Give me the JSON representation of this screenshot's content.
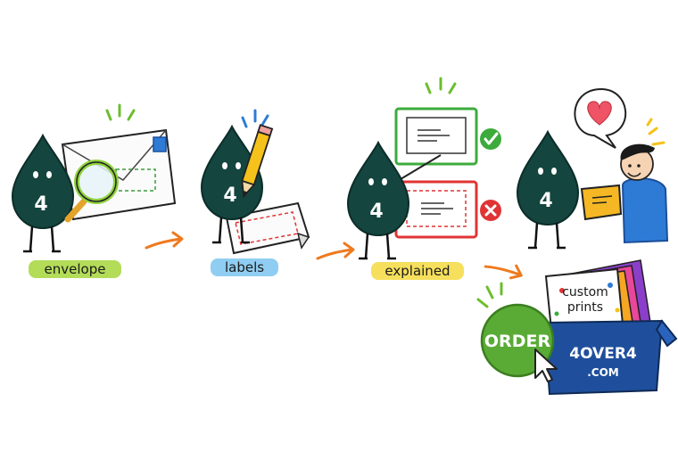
{
  "mascot": {
    "number": "4"
  },
  "steps": [
    {
      "label": "envelope",
      "highlight": "#a6d63c"
    },
    {
      "label": "labels",
      "highlight": "#7cc4f0"
    },
    {
      "label": "explained",
      "highlight": "#f5dc4a"
    }
  ],
  "order_badge": {
    "text": "ORDER",
    "color": "#5aab36"
  },
  "box": {
    "brand_line1": "4OVER4",
    "brand_line2": ".COM",
    "card_line1": "custom",
    "card_line2": "prints",
    "color": "#1f4f9c"
  },
  "colors": {
    "mascot": "#14453f",
    "arrow": "#ef7a1e",
    "ok": "#3cab3c",
    "bad": "#e03434",
    "heart": "#ef5466",
    "magnifier": "#8fd13e",
    "pencil": "#f5c21c",
    "parcel": "#f5b824",
    "shirt": "#2e7bd6"
  },
  "icons": [
    "magnifier-icon",
    "pencil-icon",
    "check-icon",
    "cross-icon",
    "heart-icon",
    "cursor-icon"
  ]
}
